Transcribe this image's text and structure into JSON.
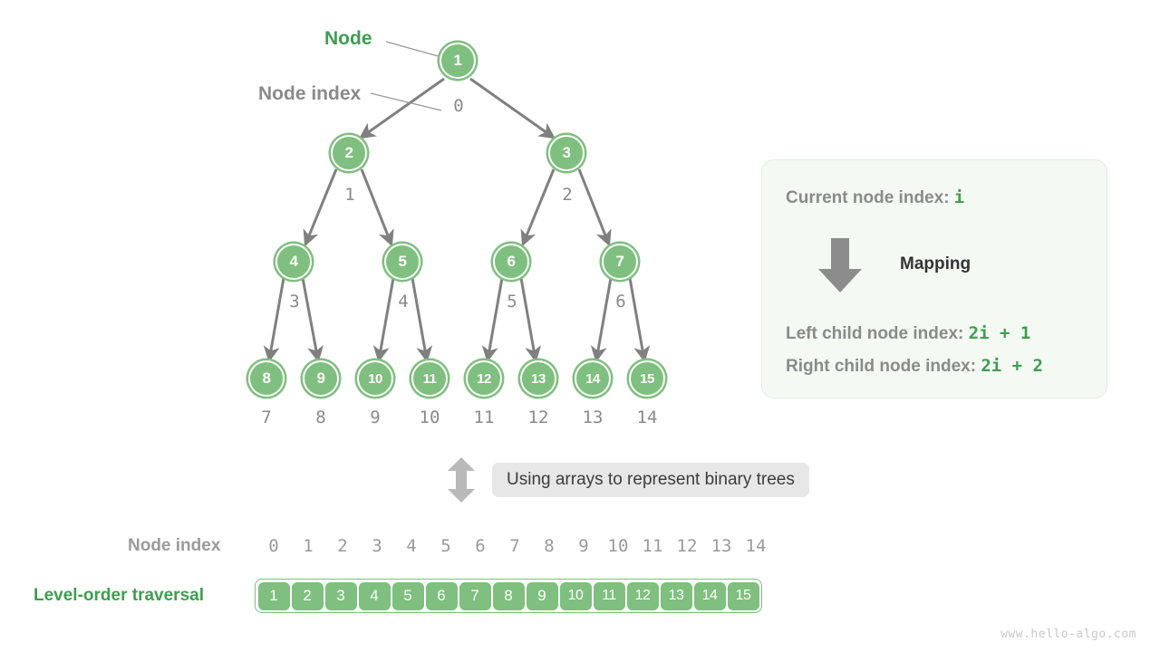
{
  "annotations": {
    "node_label": "Node",
    "node_index_label": "Node index"
  },
  "tree": {
    "levels": [
      {
        "nodes": [
          {
            "value": "1",
            "index": "0"
          }
        ]
      },
      {
        "nodes": [
          {
            "value": "2",
            "index": "1"
          },
          {
            "value": "3",
            "index": "2"
          }
        ]
      },
      {
        "nodes": [
          {
            "value": "4",
            "index": "3"
          },
          {
            "value": "5",
            "index": "4"
          },
          {
            "value": "6",
            "index": "5"
          },
          {
            "value": "7",
            "index": "6"
          }
        ]
      },
      {
        "nodes": [
          {
            "value": "8",
            "index": "7"
          },
          {
            "value": "9",
            "index": "8"
          },
          {
            "value": "10",
            "index": "9"
          },
          {
            "value": "11",
            "index": "10"
          },
          {
            "value": "12",
            "index": "11"
          },
          {
            "value": "13",
            "index": "12"
          },
          {
            "value": "14",
            "index": "13"
          },
          {
            "value": "15",
            "index": "14"
          }
        ]
      }
    ]
  },
  "infobox": {
    "current_label": "Current node index",
    "current_value": "i",
    "mapping_label": "Mapping",
    "left_label": "Left child node index",
    "left_value": "2i + 1",
    "right_label": "Right child node index",
    "right_value": "2i + 2",
    "separator": ": "
  },
  "middle": {
    "caption": "Using arrays to represent binary trees"
  },
  "array": {
    "index_row_label": "Node index",
    "traversal_row_label": "Level-order traversal",
    "indices": [
      "0",
      "1",
      "2",
      "3",
      "4",
      "5",
      "6",
      "7",
      "8",
      "9",
      "10",
      "11",
      "12",
      "13",
      "14"
    ],
    "values": [
      "1",
      "2",
      "3",
      "4",
      "5",
      "6",
      "7",
      "8",
      "9",
      "10",
      "11",
      "12",
      "13",
      "14",
      "15"
    ]
  },
  "watermark": "www.hello-algo.com",
  "colors": {
    "green": "#7FBF7F",
    "green_text": "#3e9e4e",
    "gray_text": "#8a8a8a",
    "panel_bg": "#f4f9f4",
    "edge": "#808080"
  }
}
